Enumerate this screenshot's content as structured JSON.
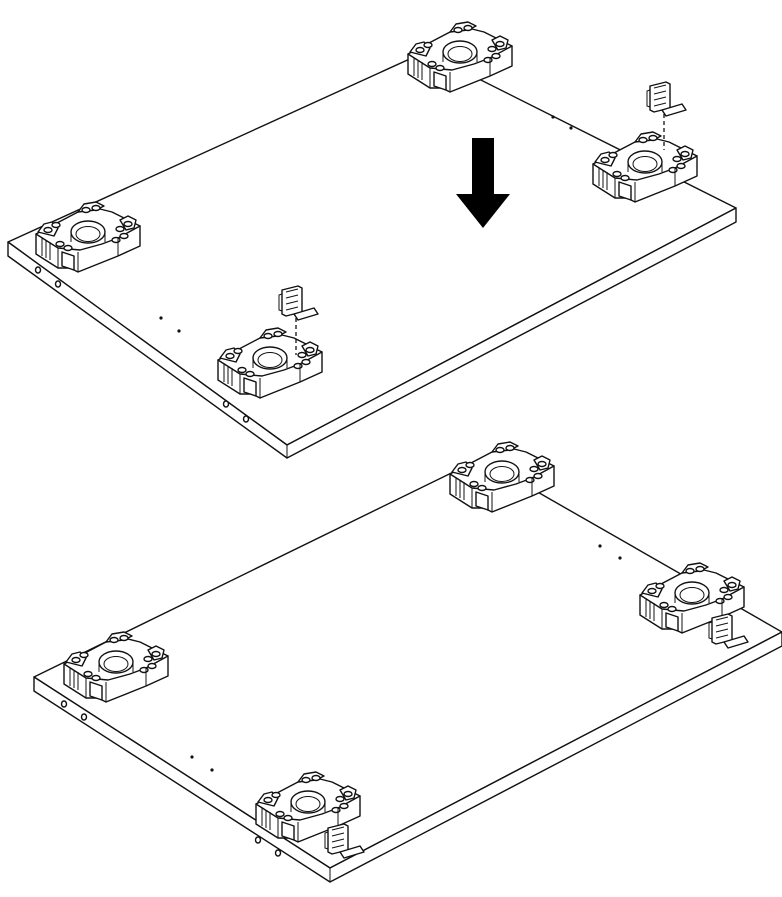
{
  "diagram": {
    "kind": "assembly-instruction",
    "steps": 2,
    "step_1": {
      "parts": [
        "panel",
        "corner-bracket",
        "corner-bracket",
        "corner-bracket",
        "corner-bracket",
        "locking-clip",
        "locking-clip"
      ],
      "arrow_direction": "down"
    },
    "step_2": {
      "parts": [
        "panel",
        "corner-bracket",
        "corner-bracket",
        "corner-bracket",
        "corner-bracket",
        "locking-clip",
        "locking-clip"
      ]
    },
    "colors": {
      "line": "#111111",
      "fill": "#ffffff",
      "arrow": "#000000"
    },
    "icons": [
      "down-arrow-icon"
    ]
  }
}
